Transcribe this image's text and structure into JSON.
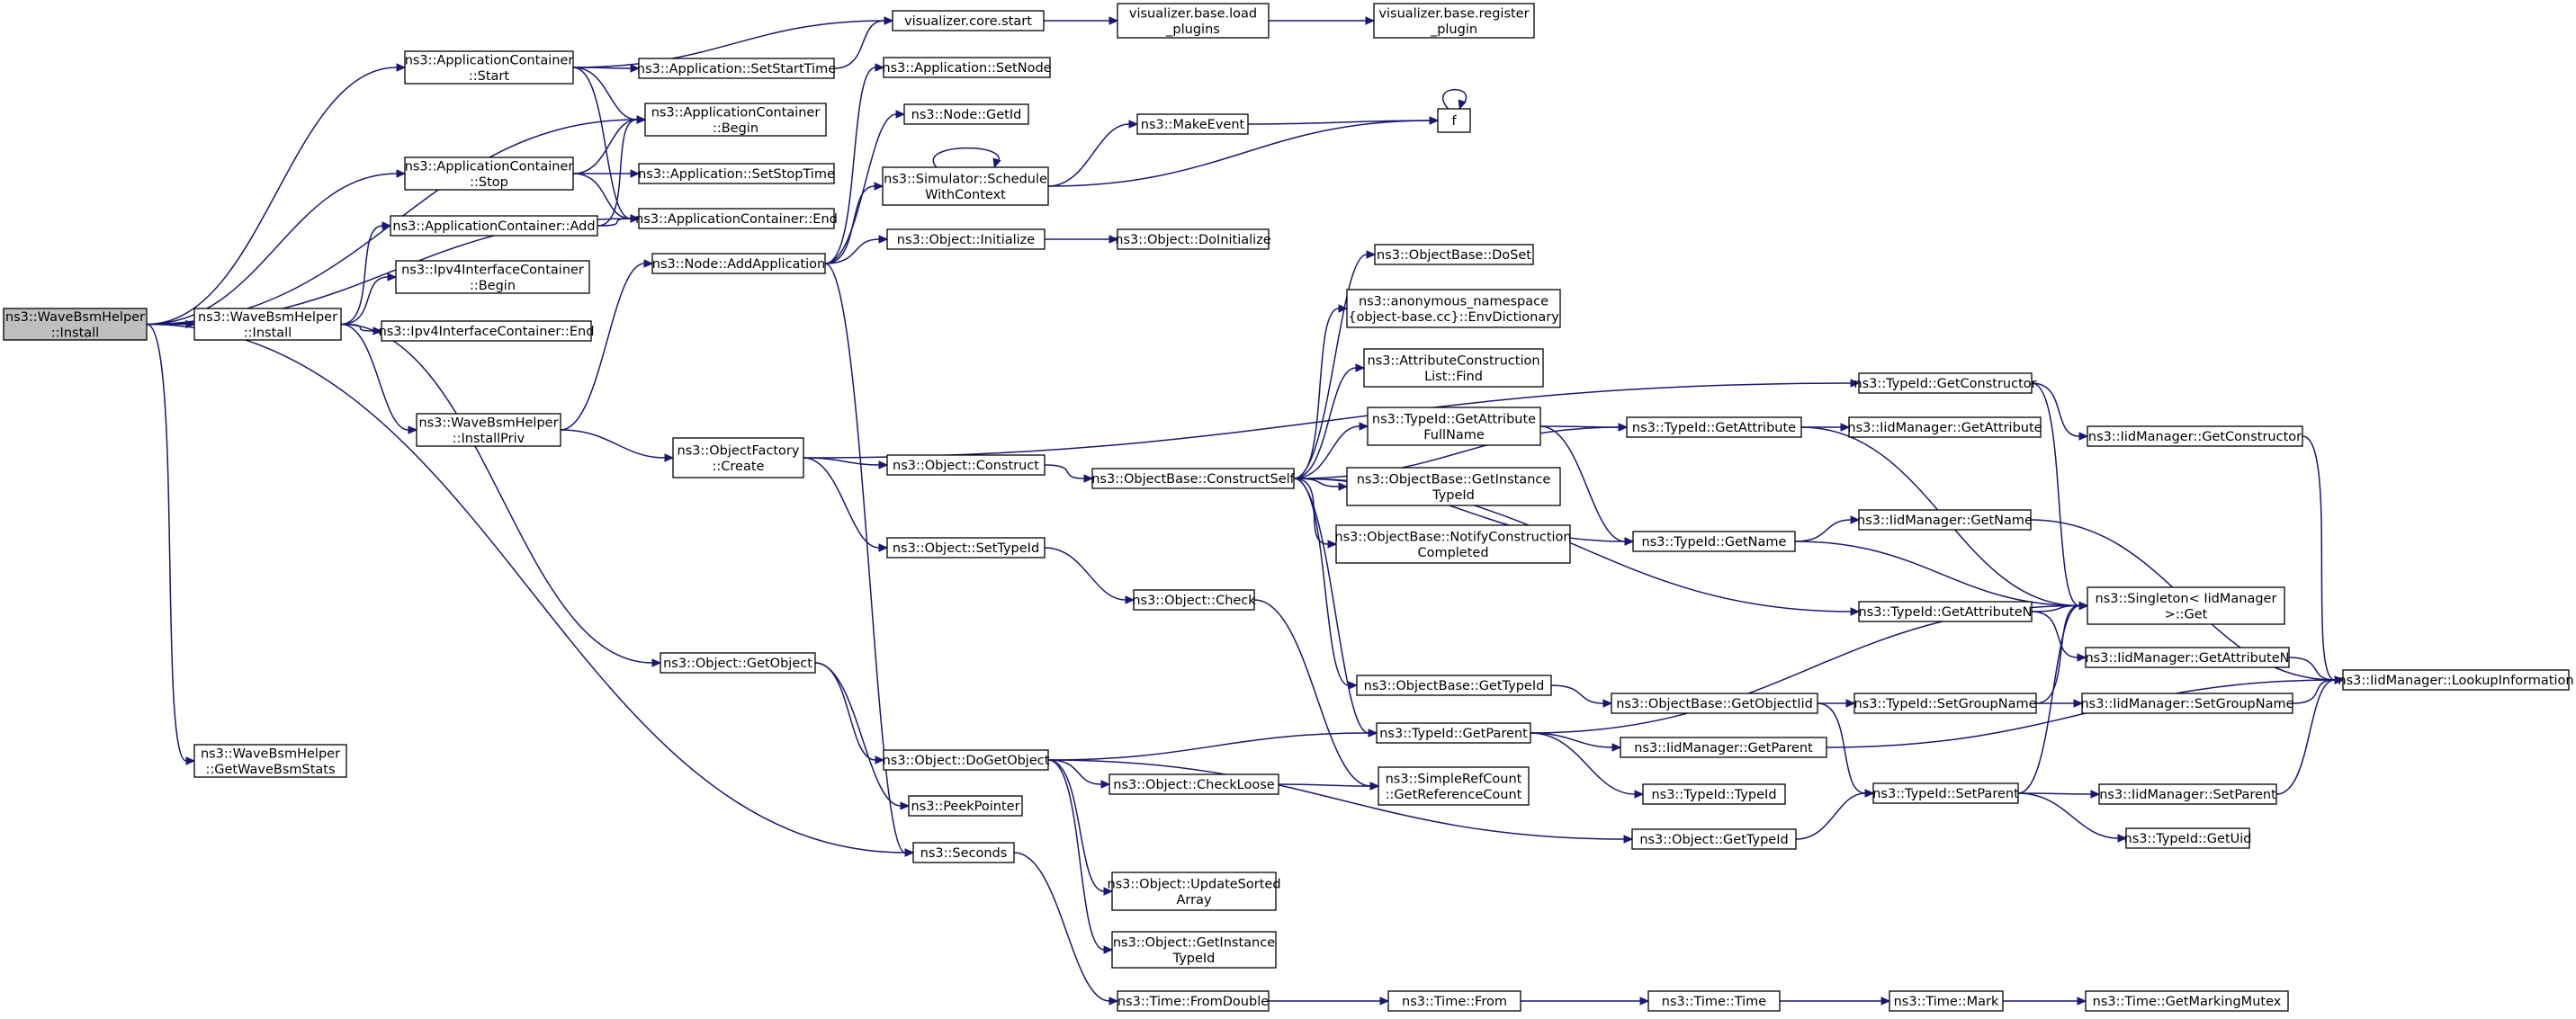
{
  "diagram": {
    "type": "call-graph",
    "colors": {
      "edge": "#191970",
      "node_border": "#000000",
      "node_fill": "#ffffff",
      "root_fill": "#bfbfbf",
      "background": "#ffffff"
    },
    "nodes": [
      {
        "id": "root",
        "lines": [
          "ns3::WaveBsmHelper",
          "::Install"
        ],
        "root": true
      },
      {
        "id": "wbh_install",
        "lines": [
          "ns3::WaveBsmHelper",
          "::Install"
        ]
      },
      {
        "id": "wbh_getstats",
        "lines": [
          "ns3::WaveBsmHelper",
          "::GetWaveBsmStats"
        ]
      },
      {
        "id": "appc_start",
        "lines": [
          "ns3::ApplicationContainer",
          "::Start"
        ]
      },
      {
        "id": "appc_stop",
        "lines": [
          "ns3::ApplicationContainer",
          "::Stop"
        ]
      },
      {
        "id": "appc_add",
        "lines": [
          "ns3::ApplicationContainer::Add"
        ]
      },
      {
        "id": "ipv4_begin",
        "lines": [
          "ns3::Ipv4InterfaceContainer",
          "::Begin"
        ]
      },
      {
        "id": "ipv4_end",
        "lines": [
          "ns3::Ipv4InterfaceContainer::End"
        ]
      },
      {
        "id": "wbh_installpriv",
        "lines": [
          "ns3::WaveBsmHelper",
          "::InstallPriv"
        ]
      },
      {
        "id": "vis_core_start",
        "lines": [
          "visualizer.core.start"
        ]
      },
      {
        "id": "app_setstarttime",
        "lines": [
          "ns3::Application::SetStartTime"
        ]
      },
      {
        "id": "appc_begin",
        "lines": [
          "ns3::ApplicationContainer",
          "::Begin"
        ]
      },
      {
        "id": "app_setstoptime",
        "lines": [
          "ns3::Application::SetStopTime"
        ]
      },
      {
        "id": "appc_end",
        "lines": [
          "ns3::ApplicationContainer::End"
        ]
      },
      {
        "id": "node_addapp",
        "lines": [
          "ns3::Node::AddApplication"
        ]
      },
      {
        "id": "objfactory_create",
        "lines": [
          "ns3::ObjectFactory",
          "::Create"
        ]
      },
      {
        "id": "object_getobject",
        "lines": [
          "ns3::Object::GetObject"
        ]
      },
      {
        "id": "seconds",
        "lines": [
          "ns3::Seconds"
        ]
      },
      {
        "id": "vis_base_load",
        "lines": [
          "visualizer.base.load",
          "_plugins"
        ]
      },
      {
        "id": "vis_base_register",
        "lines": [
          "visualizer.base.register",
          "_plugin"
        ]
      },
      {
        "id": "app_setnode",
        "lines": [
          "ns3::Application::SetNode"
        ]
      },
      {
        "id": "node_getid",
        "lines": [
          "ns3::Node::GetId"
        ]
      },
      {
        "id": "sim_schedule",
        "lines": [
          "ns3::Simulator::Schedule",
          "WithContext"
        ]
      },
      {
        "id": "object_initialize",
        "lines": [
          "ns3::Object::Initialize"
        ]
      },
      {
        "id": "object_construct",
        "lines": [
          "ns3::Object::Construct"
        ]
      },
      {
        "id": "object_settypeid",
        "lines": [
          "ns3::Object::SetTypeId"
        ]
      },
      {
        "id": "object_dogetobject",
        "lines": [
          "ns3::Object::DoGetObject"
        ]
      },
      {
        "id": "peekpointer",
        "lines": [
          "ns3::PeekPointer"
        ]
      },
      {
        "id": "time_fromdouble",
        "lines": [
          "ns3::Time::FromDouble"
        ]
      },
      {
        "id": "makeevent",
        "lines": [
          "ns3::MakeEvent"
        ]
      },
      {
        "id": "f",
        "lines": [
          "f"
        ]
      },
      {
        "id": "object_doinitialize",
        "lines": [
          "ns3::Object::DoInitialize"
        ]
      },
      {
        "id": "objbase_constructself",
        "lines": [
          "ns3::ObjectBase::ConstructSelf"
        ]
      },
      {
        "id": "object_check",
        "lines": [
          "ns3::Object::Check"
        ]
      },
      {
        "id": "object_checkloose",
        "lines": [
          "ns3::Object::CheckLoose"
        ]
      },
      {
        "id": "object_updatesorted",
        "lines": [
          "ns3::Object::UpdateSorted",
          "Array"
        ]
      },
      {
        "id": "object_getinstancetypeid",
        "lines": [
          "ns3::Object::GetInstance",
          "TypeId"
        ]
      },
      {
        "id": "time_from",
        "lines": [
          "ns3::Time::From"
        ]
      },
      {
        "id": "objbase_doset",
        "lines": [
          "ns3::ObjectBase::DoSet"
        ]
      },
      {
        "id": "envdictionary",
        "lines": [
          "ns3::anonymous_namespace",
          "{object-base.cc}::EnvDictionary"
        ]
      },
      {
        "id": "attrconstr_find",
        "lines": [
          "ns3::AttributeConstruction",
          "List::Find"
        ]
      },
      {
        "id": "typeid_getattrfullname",
        "lines": [
          "ns3::TypeId::GetAttribute",
          "FullName"
        ]
      },
      {
        "id": "objbase_getinstancetypeid",
        "lines": [
          "ns3::ObjectBase::GetInstance",
          "TypeId"
        ]
      },
      {
        "id": "objbase_notifyconstruction",
        "lines": [
          "ns3::ObjectBase::NotifyConstruction",
          "Completed"
        ]
      },
      {
        "id": "objbase_gettypeid",
        "lines": [
          "ns3::ObjectBase::GetTypeId"
        ]
      },
      {
        "id": "typeid_getparent",
        "lines": [
          "ns3::TypeId::GetParent"
        ]
      },
      {
        "id": "simplerefcount",
        "lines": [
          "ns3::SimpleRefCount",
          "::GetReferenceCount"
        ]
      },
      {
        "id": "time_time",
        "lines": [
          "ns3::Time::Time"
        ]
      },
      {
        "id": "typeid_getattribute",
        "lines": [
          "ns3::TypeId::GetAttribute"
        ]
      },
      {
        "id": "typeid_getname",
        "lines": [
          "ns3::TypeId::GetName"
        ]
      },
      {
        "id": "objbase_getobjectiid",
        "lines": [
          "ns3::ObjectBase::GetObjectIid"
        ]
      },
      {
        "id": "iid_getparent",
        "lines": [
          "ns3::IidManager::GetParent"
        ]
      },
      {
        "id": "typeid_typeid",
        "lines": [
          "ns3::TypeId::TypeId"
        ]
      },
      {
        "id": "object_gettypeid",
        "lines": [
          "ns3::Object::GetTypeId"
        ]
      },
      {
        "id": "typeid_getconstructor",
        "lines": [
          "ns3::TypeId::GetConstructor"
        ]
      },
      {
        "id": "iid_getattribute",
        "lines": [
          "ns3::IidManager::GetAttribute"
        ]
      },
      {
        "id": "iid_getname",
        "lines": [
          "ns3::IidManager::GetName"
        ]
      },
      {
        "id": "typeid_getattributen",
        "lines": [
          "ns3::TypeId::GetAttributeN"
        ]
      },
      {
        "id": "typeid_setgroupname",
        "lines": [
          "ns3::TypeId::SetGroupName"
        ]
      },
      {
        "id": "typeid_setparent",
        "lines": [
          "ns3::TypeId::SetParent"
        ]
      },
      {
        "id": "time_mark",
        "lines": [
          "ns3::Time::Mark"
        ]
      },
      {
        "id": "iid_getconstructor",
        "lines": [
          "ns3::IidManager::GetConstructor"
        ]
      },
      {
        "id": "singleton_get",
        "lines": [
          "ns3::Singleton< IidManager",
          " >::Get"
        ]
      },
      {
        "id": "iid_getattributen",
        "lines": [
          "ns3::IidManager::GetAttributeN"
        ]
      },
      {
        "id": "iid_setgroupname",
        "lines": [
          "ns3::IidManager::SetGroupName"
        ]
      },
      {
        "id": "iid_setparent",
        "lines": [
          "ns3::IidManager::SetParent"
        ]
      },
      {
        "id": "typeid_getuid",
        "lines": [
          "ns3::TypeId::GetUid"
        ]
      },
      {
        "id": "time_getmarkingmutex",
        "lines": [
          "ns3::Time::GetMarkingMutex"
        ]
      },
      {
        "id": "iid_lookupinformation",
        "lines": [
          "ns3::IidManager::LookupInformation"
        ]
      }
    ],
    "edges": [
      [
        "root",
        "appc_start"
      ],
      [
        "root",
        "appc_begin"
      ],
      [
        "root",
        "appc_stop"
      ],
      [
        "root",
        "appc_end"
      ],
      [
        "root",
        "wbh_install"
      ],
      [
        "root",
        "wbh_getstats"
      ],
      [
        "root",
        "seconds"
      ],
      [
        "appc_start",
        "vis_core_start"
      ],
      [
        "appc_start",
        "app_setstarttime"
      ],
      [
        "appc_start",
        "appc_begin"
      ],
      [
        "appc_start",
        "appc_end"
      ],
      [
        "appc_stop",
        "appc_begin"
      ],
      [
        "appc_stop",
        "app_setstoptime"
      ],
      [
        "appc_stop",
        "appc_end"
      ],
      [
        "appc_add",
        "appc_begin"
      ],
      [
        "appc_add",
        "appc_end"
      ],
      [
        "wbh_install",
        "appc_add"
      ],
      [
        "wbh_install",
        "ipv4_begin"
      ],
      [
        "wbh_install",
        "ipv4_end"
      ],
      [
        "wbh_install",
        "wbh_installpriv"
      ],
      [
        "wbh_install",
        "object_getobject"
      ],
      [
        "wbh_installpriv",
        "node_addapp"
      ],
      [
        "wbh_installpriv",
        "objfactory_create"
      ],
      [
        "app_setstarttime",
        "vis_core_start"
      ],
      [
        "vis_core_start",
        "vis_base_load"
      ],
      [
        "vis_base_load",
        "vis_base_register"
      ],
      [
        "node_addapp",
        "app_setnode"
      ],
      [
        "node_addapp",
        "node_getid"
      ],
      [
        "node_addapp",
        "sim_schedule"
      ],
      [
        "node_addapp",
        "object_initialize"
      ],
      [
        "node_addapp",
        "seconds"
      ],
      [
        "sim_schedule",
        "sim_schedule"
      ],
      [
        "sim_schedule",
        "makeevent"
      ],
      [
        "sim_schedule",
        "f"
      ],
      [
        "makeevent",
        "f"
      ],
      [
        "f",
        "f"
      ],
      [
        "object_initialize",
        "object_doinitialize"
      ],
      [
        "objfactory_create",
        "typeid_getconstructor"
      ],
      [
        "objfactory_create",
        "object_construct"
      ],
      [
        "objfactory_create",
        "object_settypeid"
      ],
      [
        "object_construct",
        "objbase_constructself"
      ],
      [
        "object_settypeid",
        "object_check"
      ],
      [
        "object_check",
        "simplerefcount"
      ],
      [
        "object_getobject",
        "object_dogetobject"
      ],
      [
        "object_getobject",
        "peekpointer"
      ],
      [
        "object_dogetobject",
        "typeid_getparent"
      ],
      [
        "object_dogetobject",
        "object_checkloose"
      ],
      [
        "object_dogetobject",
        "object_gettypeid"
      ],
      [
        "object_dogetobject",
        "object_updatesorted"
      ],
      [
        "object_dogetobject",
        "object_getinstancetypeid"
      ],
      [
        "object_checkloose",
        "simplerefcount"
      ],
      [
        "seconds",
        "time_fromdouble"
      ],
      [
        "time_fromdouble",
        "time_from"
      ],
      [
        "time_from",
        "time_time"
      ],
      [
        "time_time",
        "time_mark"
      ],
      [
        "time_mark",
        "time_getmarkingmutex"
      ],
      [
        "objbase_constructself",
        "objbase_doset"
      ],
      [
        "objbase_constructself",
        "envdictionary"
      ],
      [
        "objbase_constructself",
        "attrconstr_find"
      ],
      [
        "objbase_constructself",
        "typeid_getattrfullname"
      ],
      [
        "objbase_constructself",
        "objbase_getinstancetypeid"
      ],
      [
        "objbase_constructself",
        "objbase_notifyconstruction"
      ],
      [
        "objbase_constructself",
        "objbase_gettypeid"
      ],
      [
        "objbase_constructself",
        "typeid_getparent"
      ],
      [
        "objbase_constructself",
        "typeid_getattribute"
      ],
      [
        "objbase_constructself",
        "typeid_getname"
      ],
      [
        "objbase_constructself",
        "typeid_getattributen"
      ],
      [
        "typeid_getattrfullname",
        "typeid_getattribute"
      ],
      [
        "typeid_getattrfullname",
        "typeid_getname"
      ],
      [
        "objbase_gettypeid",
        "objbase_getobjectiid"
      ],
      [
        "typeid_getparent",
        "iid_getparent"
      ],
      [
        "typeid_getparent",
        "typeid_typeid"
      ],
      [
        "typeid_getparent",
        "singleton_get"
      ],
      [
        "objbase_getobjectiid",
        "typeid_setgroupname"
      ],
      [
        "objbase_getobjectiid",
        "typeid_setparent"
      ],
      [
        "object_gettypeid",
        "typeid_setparent"
      ],
      [
        "typeid_getattribute",
        "iid_getattribute"
      ],
      [
        "typeid_getattribute",
        "singleton_get"
      ],
      [
        "typeid_getname",
        "iid_getname"
      ],
      [
        "typeid_getname",
        "singleton_get"
      ],
      [
        "typeid_getconstructor",
        "iid_getconstructor"
      ],
      [
        "typeid_getconstructor",
        "singleton_get"
      ],
      [
        "typeid_getattributen",
        "iid_getattributen"
      ],
      [
        "typeid_getattributen",
        "singleton_get"
      ],
      [
        "typeid_setgroupname",
        "iid_setgroupname"
      ],
      [
        "typeid_setgroupname",
        "singleton_get"
      ],
      [
        "typeid_setparent",
        "iid_setparent"
      ],
      [
        "typeid_setparent",
        "typeid_getuid"
      ],
      [
        "typeid_setparent",
        "singleton_get"
      ],
      [
        "iid_getconstructor",
        "iid_lookupinformation"
      ],
      [
        "iid_getname",
        "iid_lookupinformation"
      ],
      [
        "iid_getattributen",
        "iid_lookupinformation"
      ],
      [
        "iid_setgroupname",
        "iid_lookupinformation"
      ],
      [
        "iid_setparent",
        "iid_lookupinformation"
      ],
      [
        "iid_getparent",
        "iid_lookupinformation"
      ]
    ]
  }
}
